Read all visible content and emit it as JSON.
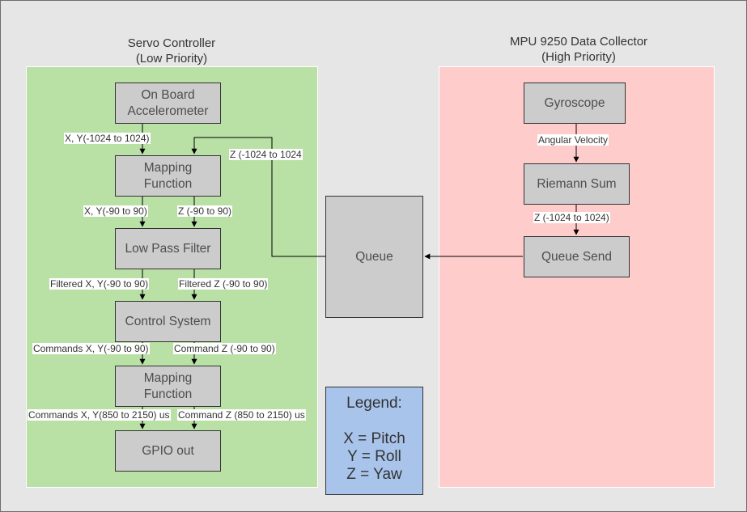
{
  "groups": {
    "servo": {
      "title_line1": "Servo Controller",
      "title_line2": "(Low Priority)",
      "color": "#b9e0a5"
    },
    "mpu": {
      "title_line1": "MPU 9250 Data Collector",
      "title_line2": "(High Priority)",
      "color": "#ffcccc"
    }
  },
  "nodes": {
    "accelerometer": {
      "line1": "On Board",
      "line2": "Accelerometer"
    },
    "mapping1": {
      "line1": "Mapping",
      "line2": "Function"
    },
    "lowpass": {
      "label": "Low Pass Filter"
    },
    "control": {
      "label": "Control System"
    },
    "mapping2": {
      "line1": "Mapping",
      "line2": "Function"
    },
    "gpio": {
      "label": "GPIO out"
    },
    "gyroscope": {
      "label": "Gyroscope"
    },
    "riemann": {
      "label": "Riemann Sum"
    },
    "queue_send": {
      "label": "Queue Send"
    },
    "queue": {
      "label": "Queue"
    }
  },
  "edges": {
    "accel_to_map": "X, Y(-1024 to 1024)",
    "queue_to_map": "Z (-1024 to 1024",
    "map_xy": "X, Y(-90 to 90)",
    "map_z": "Z (-90 to 90)",
    "filt_xy": "Filtered X, Y(-90 to 90)",
    "filt_z": "Filtered Z (-90 to 90)",
    "cmd_xy": "Commands X, Y(-90 to 90)",
    "cmd_z": "Command Z (-90 to 90)",
    "cmd_us_xy": "Commands X, Y(850 to 2150) us",
    "cmd_us_z": "Command Z (850 to 2150) us",
    "angular_velocity": "Angular Velocity",
    "riemann_to_send": "Z (-1024 to 1024)"
  },
  "legend": {
    "title": "Legend:",
    "x": "X = Pitch",
    "y": "Y = Roll",
    "z": "Z = Yaw",
    "color": "#a9c4eb"
  }
}
